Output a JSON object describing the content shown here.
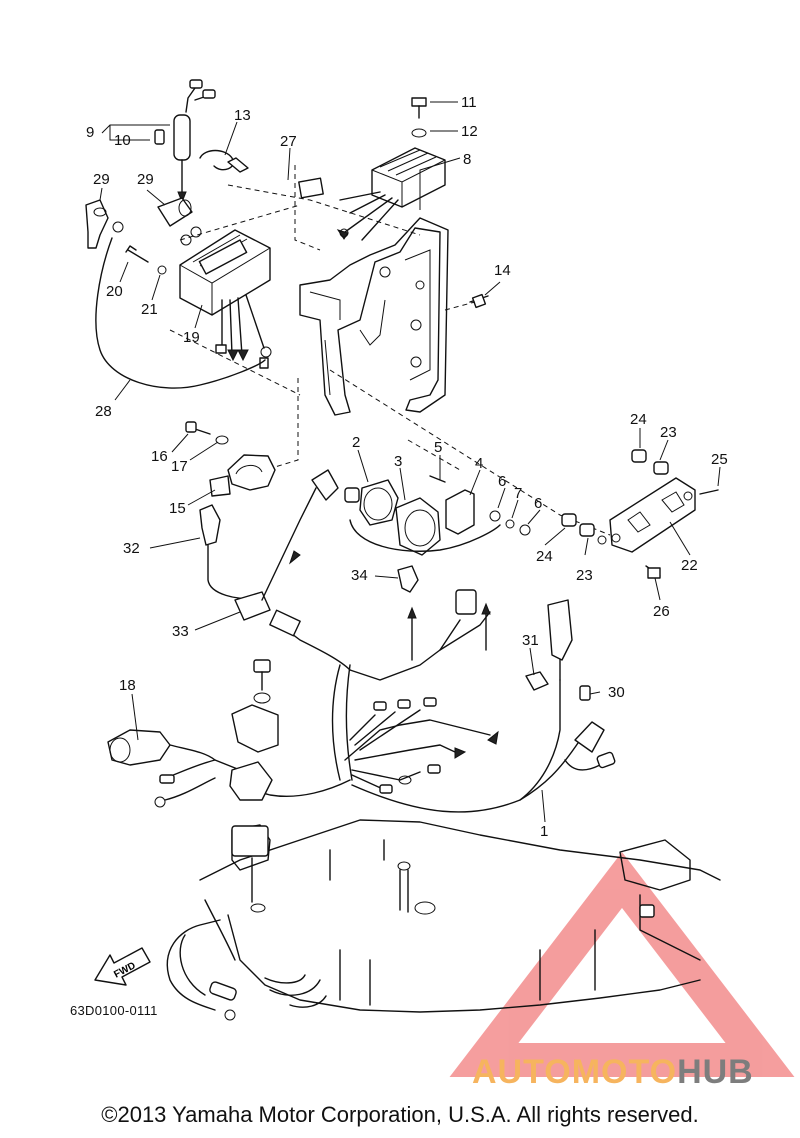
{
  "diagram": {
    "callouts": [
      "9",
      "10",
      "13",
      "11",
      "12",
      "8",
      "27",
      "29",
      "29",
      "20",
      "21",
      "19",
      "14",
      "28",
      "16",
      "17",
      "15",
      "2",
      "3",
      "5",
      "4",
      "6",
      "7",
      "6",
      "24",
      "23",
      "25",
      "24",
      "23",
      "22",
      "26",
      "32",
      "34",
      "33",
      "31",
      "30",
      "18",
      "1"
    ],
    "drawing_code": "63D0100-0111",
    "fwd_label": "FWD"
  },
  "watermark": {
    "brand_part1": "AUTOMOTO",
    "brand_part2": "HUB",
    "color_primary": "#f6b45e",
    "color_triangle": "#ef6a6a",
    "color_secondary": "#7d7d7d"
  },
  "footer": {
    "copyright": "©2013 Yamaha Motor Corporation, U.S.A. All rights reserved."
  }
}
